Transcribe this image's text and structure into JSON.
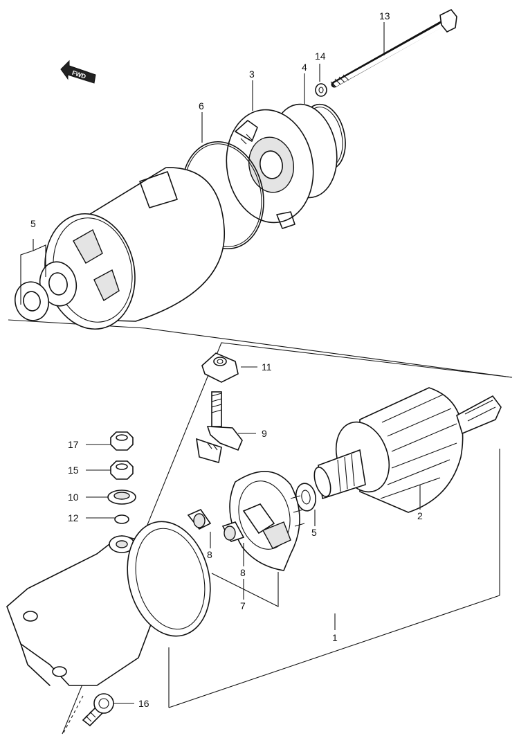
{
  "fwd_label": "FWD",
  "callouts": [
    {
      "id": "callout-13",
      "text": "13"
    },
    {
      "id": "callout-14",
      "text": "14"
    },
    {
      "id": "callout-3",
      "text": "3"
    },
    {
      "id": "callout-4",
      "text": "4"
    },
    {
      "id": "callout-6",
      "text": "6"
    },
    {
      "id": "callout-5a",
      "text": "5"
    },
    {
      "id": "callout-11",
      "text": "11"
    },
    {
      "id": "callout-9",
      "text": "9"
    },
    {
      "id": "callout-17",
      "text": "17"
    },
    {
      "id": "callout-15",
      "text": "15"
    },
    {
      "id": "callout-10",
      "text": "10"
    },
    {
      "id": "callout-12",
      "text": "12"
    },
    {
      "id": "callout-2",
      "text": "2"
    },
    {
      "id": "callout-5b",
      "text": "5"
    },
    {
      "id": "callout-8a",
      "text": "8"
    },
    {
      "id": "callout-8b",
      "text": "8"
    },
    {
      "id": "callout-7",
      "text": "7"
    },
    {
      "id": "callout-1",
      "text": "1"
    },
    {
      "id": "callout-16",
      "text": "16"
    }
  ]
}
